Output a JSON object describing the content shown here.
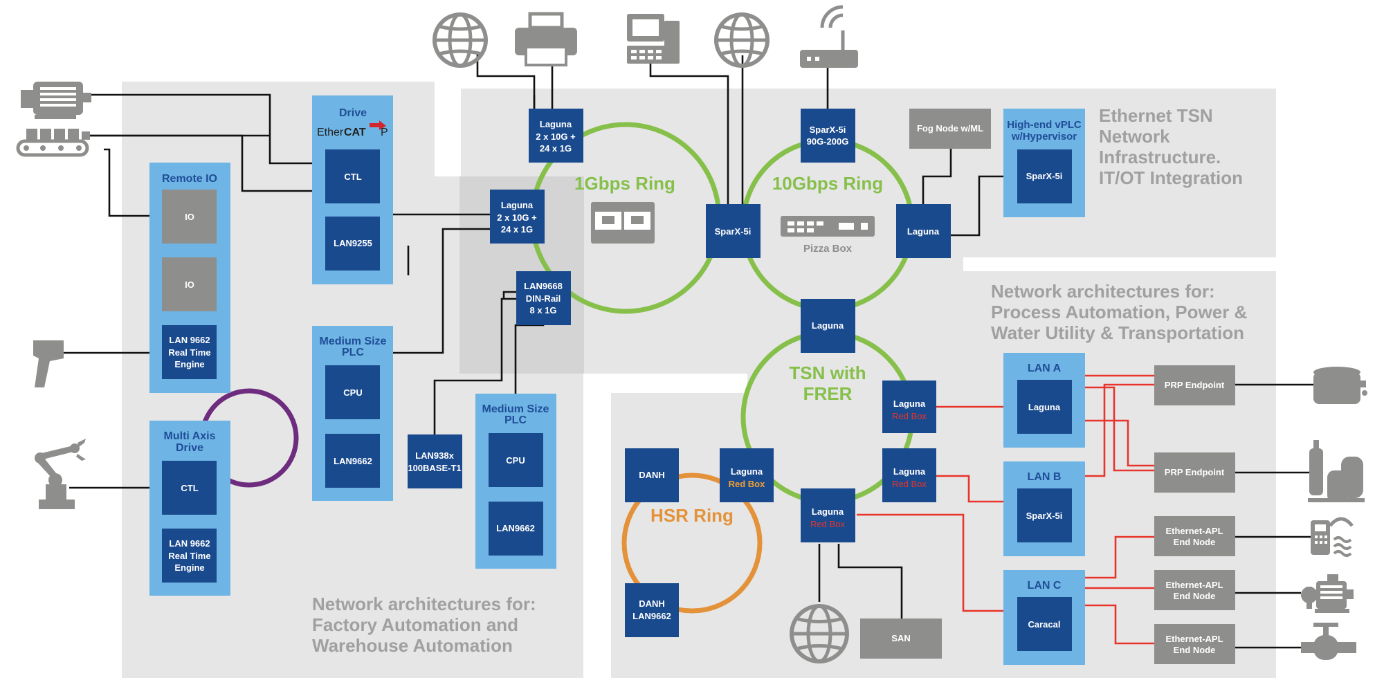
{
  "regions": {
    "factory_title_1": "Network architectures for:",
    "factory_title_2": "Factory Automation and",
    "factory_title_3": "Warehouse Automation",
    "tsn_title_1": "Ethernet TSN",
    "tsn_title_2": "Network",
    "tsn_title_3": "Infrastructure.",
    "tsn_title_4": "IT/OT Integration",
    "process_title_1": "Network architectures for:",
    "process_title_2": "Process Automation, Power &",
    "process_title_3": "Water Utility & Transportation"
  },
  "rings": {
    "ring_1g": "1Gbps Ring",
    "ring_10g": "10Gbps Ring",
    "tsn_1": "TSN with",
    "tsn_2": "FRER",
    "hsr": "HSR Ring",
    "pizza_box": "Pizza Box"
  },
  "left_devices": {
    "drive_title": "Drive",
    "ethercat_1": "Ether",
    "ethercat_2": "CAT",
    "ethercat_3": "P",
    "drive_ctl": "CTL",
    "drive_lan": "LAN9255",
    "remote_io_title": "Remote IO",
    "io_1": "IO",
    "io_2": "IO",
    "rio_lan_1": "LAN 9662",
    "rio_lan_2": "Real Time",
    "rio_lan_3": "Engine",
    "multi_axis_1": "Multi Axis",
    "multi_axis_2": "Drive",
    "mad_ctl": "CTL",
    "mad_lan_1": "LAN 9662",
    "mad_lan_2": "Real Time",
    "mad_lan_3": "Engine",
    "plc1_title_1": "Medium Size",
    "plc1_title_2": "PLC",
    "plc1_cpu": "CPU",
    "plc1_lan": "LAN9662",
    "plc2_title_1": "Medium Size",
    "plc2_title_2": "PLC",
    "plc2_cpu": "CPU",
    "plc2_lan": "LAN9662",
    "lan938x_1": "LAN938x",
    "lan938x_2": "100BASE-T1",
    "lan9668_1": "LAN9668",
    "lan9668_2": "DIN-Rail",
    "lan9668_3": "8 x 1G"
  },
  "switches": {
    "laguna_top_1": "Laguna",
    "laguna_top_2": "2 x 10G +",
    "laguna_top_3": "24 x 1G",
    "laguna_mid_1": "Laguna",
    "laguna_mid_2": "2 x 10G +",
    "laguna_mid_3": "24 x 1G",
    "sparx_center": "SparX-5i",
    "sparx_top_1": "SparX-5i",
    "sparx_top_2": "90G-200G",
    "laguna_right": "Laguna",
    "laguna_tsn": "Laguna",
    "fog_node": "Fog Node w/ML",
    "vplc_1": "High-end vPLC",
    "vplc_2": "w/Hypervisor",
    "vplc_inner": "SparX-5i"
  },
  "process": {
    "rb1_1": "Laguna",
    "rb1_2": "Red Box",
    "rb2_1": "Laguna",
    "rb2_2": "Red Box",
    "rb3_1": "Laguna",
    "rb3_2": "Red Box",
    "rb_hsr_1": "Laguna",
    "rb_hsr_2": "Red Box",
    "danh": "DANH",
    "danh2_1": "DANH",
    "danh2_2": "LAN9662",
    "san": "SAN",
    "lan_a": "LAN A",
    "lan_a_inner": "Laguna",
    "lan_b": "LAN B",
    "lan_b_inner": "SparX-5i",
    "lan_c": "LAN C",
    "lan_c_inner": "Caracal",
    "prp1": "PRP Endpoint",
    "prp2": "PRP Endpoint",
    "apl1_1": "Ethernet-APL",
    "apl1_2": "End Node",
    "apl2_1": "Ethernet-APL",
    "apl2_2": "End Node",
    "apl3_1": "Ethernet-APL",
    "apl3_2": "End Node"
  },
  "colors": {
    "region_bg": "#e6e6e7",
    "light_blue": "#6eb4e4",
    "dark_blue": "#1a4a8e",
    "gray_node": "#8e8e8c",
    "green_ring": "#86c04a",
    "purple_ring": "#6e2c7e",
    "orange_ring": "#e4923a",
    "red_link": "#e8342a",
    "red_box_text": "#e8342a",
    "orange_box_text": "#f0a030"
  }
}
